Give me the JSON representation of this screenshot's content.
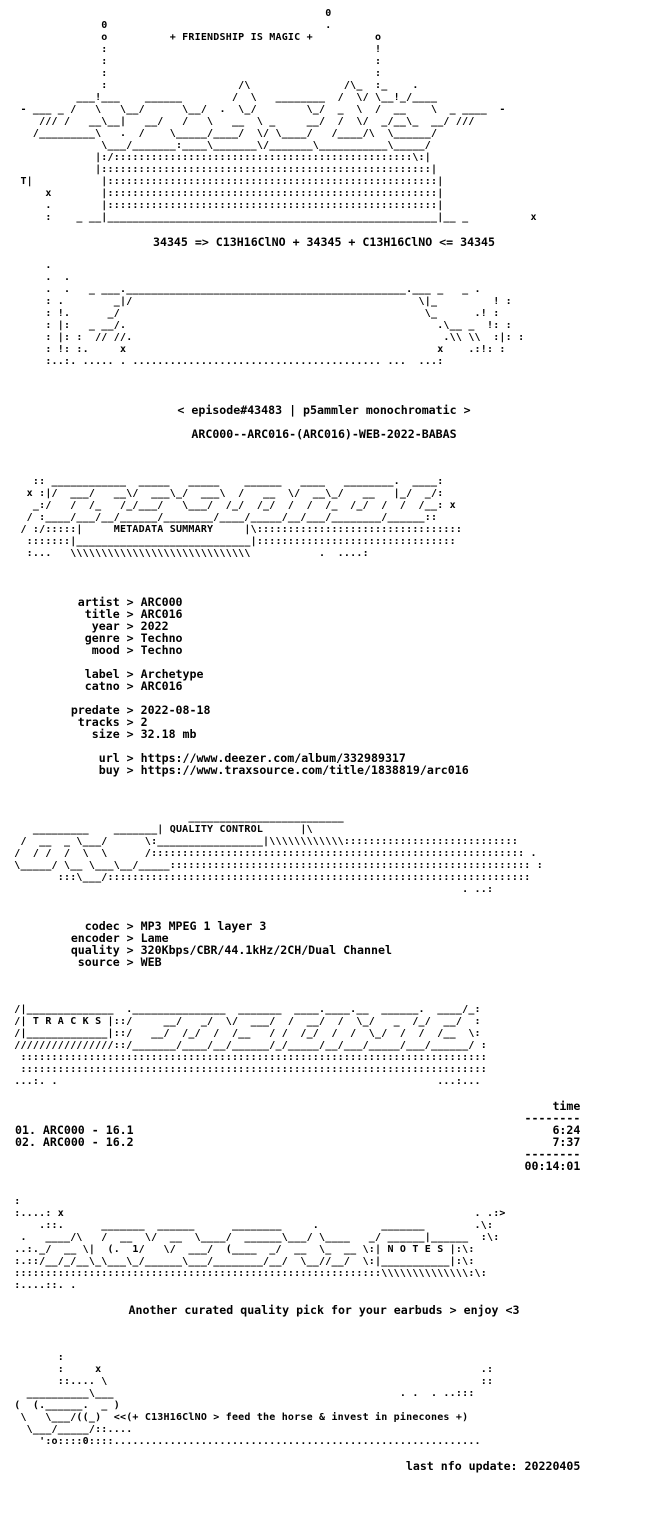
{
  "header": {
    "art": [
      "                                                   0",
      "               0                                   .",
      "               o          + FRIENDSHIP IS MAGIC +          o",
      "               :                                           !",
      "               :                                           :",
      "               :                                           :",
      "               :                     /\\               /\\_  :_    .",
      "           ___!___    ______        /  \\   ________  /  \\/ \\__!_/____",
      "  - ___ _ /   \\   \\__/      \\__/  .  \\_/        \\_/  _  \\  /  __    \\  _ ____  -",
      "     /// /   __\\__|   __/   /   \\   __  \\ _     __/  /  \\/  _/__\\_  __/ ///",
      "    /_________\\   .  /    \\_____/____/  \\/ \\____/   /____/\\  \\______/",
      "               \\___/_______:____\\_______\\/_______\\___________\\_____/",
      "              |:/::::::::::::::::::::::::::::::::::::::::::::::::\\:|",
      "              |:::::::::::::::::::::::::::::::::::::::::::::::::::::|",
      "  T|           |:::::::::::::::::::::::::::::::::::::::::::::::::::::|",
      "      x        |:::::::::::::::::::::::::::::::::::::::::::::::::::::|",
      "      .        |:::::::::::::::::::::::::::::::::::::::::::::::::::::|",
      "      :    _ __|_____________________________________________________|__ _          x"
    ],
    "formula": "34345 => C13H16ClNO + 34345 + C13H16ClNO <= 34345",
    "art_lower": [
      "      .",
      "      .  .",
      "      .  .   _ ___._____________________________________________.___ _   _ .",
      "      : .        _|/                                              \\|_         ! :",
      "      : !.      _/                                                 \\_      .! :",
      "      : |:   _ __/.                                                  .\\__ _  !: :",
      "      : |: :  // //.                                                  .\\\\ \\\\  :|: :",
      "      : !: :.     x                                                  x    .:!: :",
      "      :..:. ..... . ........................................ ...  ...:"
    ],
    "episode": "< episode#43483 | p5ammler monochromatic >",
    "release": "ARC000--ARC016-(ARC016)-WEB-2022-BABAS"
  },
  "metadata": {
    "banner": [
      "    :: ____________  _____   _____    ______   ____   ________.  ____:",
      "   x :|/  ___/   __\\/  ___\\_/  ___\\  /   __  \\/  __\\_/   __   |_/  _/:",
      "    _:/   /  /_   /_/___/   \\___/  /_/  /_/  /  /  /_  /_/  /  /  /__: x",
      "   / :____/___/__/______/________/____/_____/__/___/________/______::",
      "  / :/:::::|     METADATA SUMMARY     |\\:::::::::::::::::::::::::::::::::",
      "   :::::::|____________________________|::::::::::::::::::::::::::::::::",
      "   :...   \\\\\\\\\\\\\\\\\\\\\\\\\\\\\\\\\\\\\\\\\\\\\\\\\\\\\\\\\\           .  ....:"
    ],
    "title": "METADATA SUMMARY",
    "fields": [
      {
        "key": "artist",
        "value": "ARC000"
      },
      {
        "key": "title",
        "value": "ARC016"
      },
      {
        "key": "year",
        "value": "2022"
      },
      {
        "key": "genre",
        "value": "Techno"
      },
      {
        "key": "mood",
        "value": "Techno"
      },
      {
        "key": "",
        "value": ""
      },
      {
        "key": "label",
        "value": "Archetype"
      },
      {
        "key": "catno",
        "value": "ARC016"
      },
      {
        "key": "",
        "value": ""
      },
      {
        "key": "predate",
        "value": "2022-08-18"
      },
      {
        "key": "tracks",
        "value": "2"
      },
      {
        "key": "size",
        "value": "32.18 mb"
      },
      {
        "key": "",
        "value": ""
      },
      {
        "key": "url",
        "value": "https://www.deezer.com/album/332989317"
      },
      {
        "key": "buy",
        "value": "https://www.traxsource.com/title/1838819/arc016"
      }
    ]
  },
  "quality": {
    "banner": [
      "                             _________________________",
      "    _________    _______| QUALITY CONTROL      |\\",
      "  /  __  _ \\___/      \\:_________________|\\\\\\\\\\\\\\\\\\\\\\\\::::::::::::::::::::::::::::",
      " /  / /  /  \\  \\      /:::::::::::::::::::::::::::::::::::::::::::::::::::::::::::: .",
      " \\_____/ \\__ \\___\\__/_____:::::::::::::::::::::::::::::::::::::::::::::::::::::::::: :",
      "        :::\\___/::::::::::::::::::::::::::::::::::::::::::::::::::::::::::::::::::::",
      "                                                                         . ..:"
    ],
    "title": "QUALITY CONTROL",
    "fields": [
      {
        "key": "codec",
        "value": "MP3 MPEG 1 layer 3"
      },
      {
        "key": "encoder",
        "value": "Lame"
      },
      {
        "key": "quality",
        "value": "320Kbps/CBR/44.1kHz/2CH/Dual Channel"
      },
      {
        "key": "source",
        "value": "WEB"
      }
    ]
  },
  "tracks": {
    "banner": [
      " /|______________  ._______________  _______  ____.____.__  ______.  ____/_:",
      " /| T R A C K S |::/     __/   _/  \\/  ___/  /  __/  /  \\_/   _  /_/  __/  :",
      " /|_____________|::/   __/  /_/  /  /__   / /  /_/  /  /  \\_/  /  /  /__  \\:",
      " ////////////////::/_______/____/__/______/_/_____/__/___/_____/___/______/ :",
      "  :::::::::::::::::::::::::::::::::::::::::::::::::::::::::::::::::::::::::::",
      "  :::::::::::::::::::::::::::::::::::::::::::::::::::::::::::::::::::::::::::",
      " ...:. .                                                             ...:..."
    ],
    "title": "T R A C K S",
    "time_header": "time",
    "list": [
      {
        "num": "01.",
        "name": "ARC000 - 16.1",
        "time": "6:24"
      },
      {
        "num": "02.",
        "name": "ARC000 - 16.2",
        "time": "7:37"
      }
    ],
    "total": "00:14:01"
  },
  "notes": {
    "banner": [
      " :",
      " :....: x                                                                  . .:>",
      "     .::.      _______  ______      ________     .          _______        .\\:",
      "  .   ____/\\   /  __  \\/  __  \\____/  ______\\___/ \\____   _/ ______|______  :\\:",
      " ..:._/  __ \\|  (.  1/   \\/  ___/  (____  _/  __  \\_  __ \\:| N O T E S |:\\:",
      " :.::/__/_/__\\_\\___\\_/______\\___/________/__/  \\__//__/  \\:|___________|:\\:",
      " :::::::::::::::::::::::::::::::::::::::::::::::::::::::::::\\\\\\\\\\\\\\\\\\\\\\\\\\\\:\\:",
      " :....::. ."
    ],
    "title": "N O T E S",
    "text": "Another curated quality pick for your earbuds > enjoy <3"
  },
  "footer": {
    "art": [
      "        :",
      "        :     x                                                             .:",
      "        ::.... \\                                                            ::",
      "   __________\\___                                              . .  . ..:::",
      " (  (.______.  _ )",
      "  \\   \\___/((_)  <<(+ C13H16ClNO > feed the horse & invest in pinecones +)",
      "   \\___/_____/::....",
      "     ':o::::0::::...........................................................",
      ""
    ],
    "slogan": "<<(+ C13H16ClNO > feed the horse & invest in pinecones +)",
    "last_update": "last nfo update: 20220405"
  }
}
